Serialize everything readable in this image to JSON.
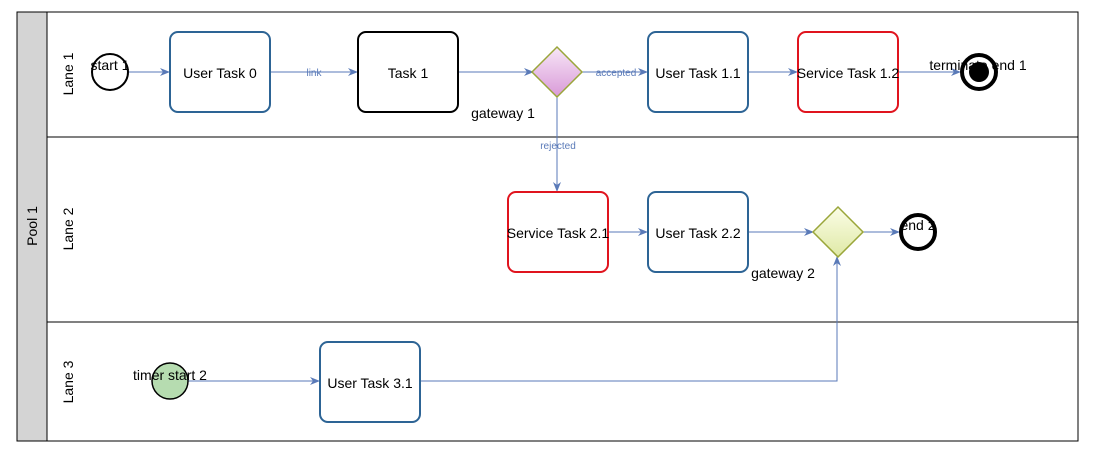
{
  "pool": {
    "label": "Pool 1"
  },
  "lanes": [
    {
      "label": "Lane 1"
    },
    {
      "label": "Lane 2"
    },
    {
      "label": "Lane 3"
    }
  ],
  "events": {
    "start_1": "start 1",
    "terminate_end_1": "terminate end 1",
    "end_2": "end 2",
    "timer_start_2": "timer start 2"
  },
  "tasks": {
    "user_task_0": "User Task 0",
    "task_1": "Task 1",
    "user_task_1_1": "User Task 1.1",
    "service_task_1_2": "Service Task 1.2",
    "service_task_2_1": "Service Task 2.1",
    "user_task_2_2": "User Task 2.2",
    "user_task_3_1": "User Task 3.1"
  },
  "gateways": {
    "gateway_1": "gateway 1",
    "gateway_2": "gateway 2"
  },
  "flows": {
    "link": "link",
    "accepted": "accepted",
    "rejected": "rejected"
  },
  "colors": {
    "user_task_border": "#2d6495",
    "service_task_border": "#e0141e",
    "plain_task_border": "#000000",
    "edge": "#5a7ab8",
    "gateway_1_fill": "#e9b8e8",
    "gateway_2_fill": "#e9f3b8",
    "gateway_border": "#9aa63a",
    "timer_fill": "#b6dcb0",
    "pool_header": "#d4d4d4"
  }
}
